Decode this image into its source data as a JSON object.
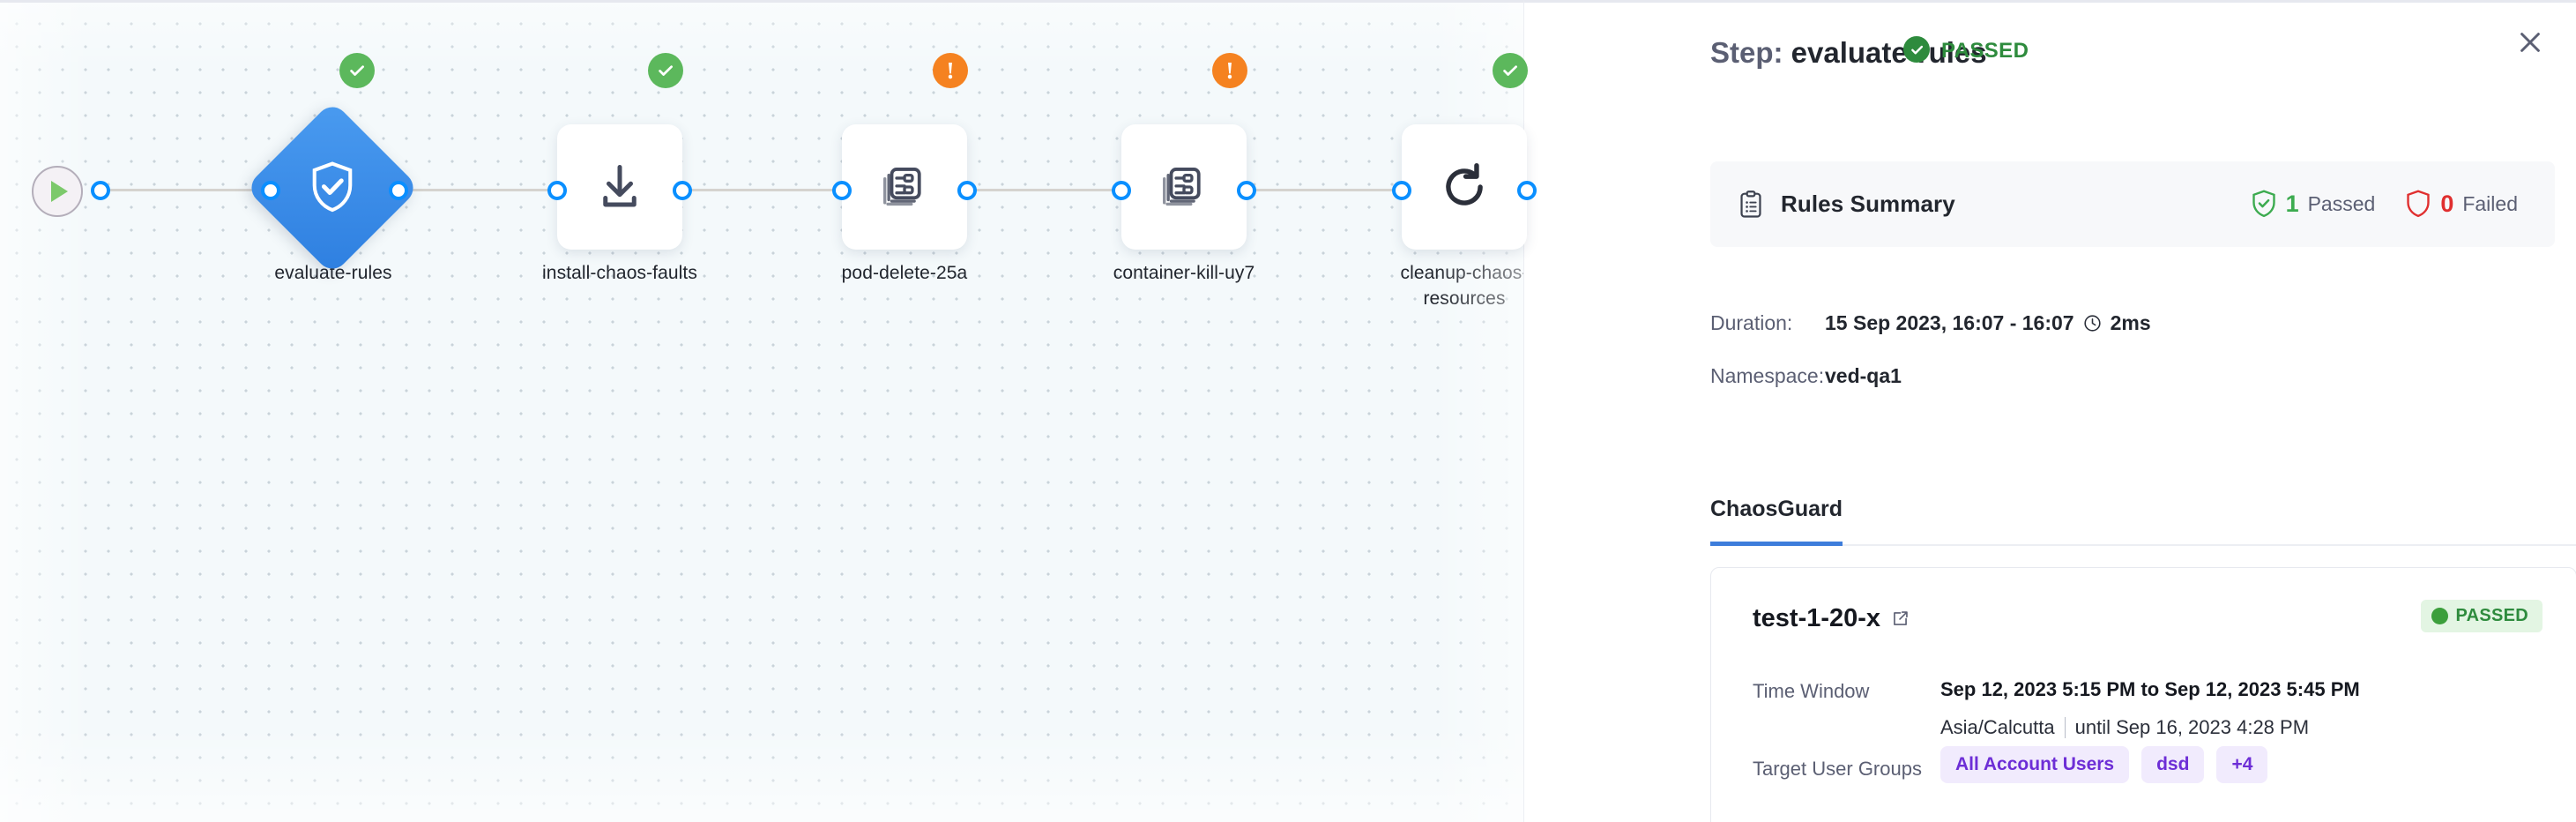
{
  "canvas": {
    "start_node": {
      "icon": "play-icon"
    },
    "nodes": [
      {
        "id": "evaluate-rules",
        "label": "evaluate-rules",
        "shape": "diamond",
        "icon": "shield-check-icon",
        "status": "success",
        "status_icon": "check-circle-icon"
      },
      {
        "id": "install-chaos-faults",
        "label": "install-chaos-faults",
        "shape": "box",
        "icon": "download-icon",
        "status": "success",
        "status_icon": "check-circle-icon"
      },
      {
        "id": "pod-delete-25a",
        "label": "pod-delete-25a",
        "shape": "box",
        "icon": "chaos-experiment-icon",
        "status": "warning",
        "status_icon": "exclamation-circle-icon"
      },
      {
        "id": "container-kill-uy7",
        "label": "container-kill-uy7",
        "shape": "box",
        "icon": "chaos-experiment-icon",
        "status": "warning",
        "status_icon": "exclamation-circle-icon"
      },
      {
        "id": "cleanup-chaos-resources",
        "label": "cleanup-chaos-resources",
        "shape": "box",
        "icon": "refresh-icon",
        "status": "success",
        "status_icon": "check-circle-icon"
      }
    ]
  },
  "panel": {
    "title_lead": "Step:",
    "title_name": "evaluate-rules",
    "status_label": "PASSED",
    "status_icon": "check-circle-icon",
    "close_icon": "close-icon",
    "rules_summary": {
      "icon": "clipboard-icon",
      "label": "Rules Summary",
      "passed_count": "1",
      "passed_word": "Passed",
      "passed_icon": "shield-check-icon",
      "failed_count": "0",
      "failed_word": "Failed",
      "failed_icon": "shield-icon"
    },
    "meta": {
      "duration_key": "Duration:",
      "duration_value": "15 Sep 2023, 16:07 - 16:07",
      "duration_icon": "clock-icon",
      "duration_elapsed": "2ms",
      "namespace_key": "Namespace:",
      "namespace_value": "ved-qa1"
    },
    "tabs": [
      {
        "label": "ChaosGuard",
        "active": true
      }
    ],
    "guard_card": {
      "name": "test-1-20-x",
      "external_link_icon": "external-link-icon",
      "status": "PASSED",
      "status_dot_color": "#3c9f3c",
      "rows": [
        {
          "key": "Time Window",
          "value": "Sep 12, 2023 5:15 PM to Sep 12, 2023 5:45 PM",
          "sub_timezone": "Asia/Calcutta",
          "sub_until": "until Sep 16, 2023 4:28 PM"
        }
      ],
      "target_groups_key": "Target User Groups",
      "target_groups": [
        "All Account Users",
        "dsd",
        "+4"
      ]
    }
  },
  "colors": {
    "accent": "#3d7ddb",
    "success": "#5cb85c",
    "warning": "#f58220",
    "danger": "#e02f2f",
    "chip": "#6d2ed6",
    "canvas_bg": "#f4f9fb"
  }
}
